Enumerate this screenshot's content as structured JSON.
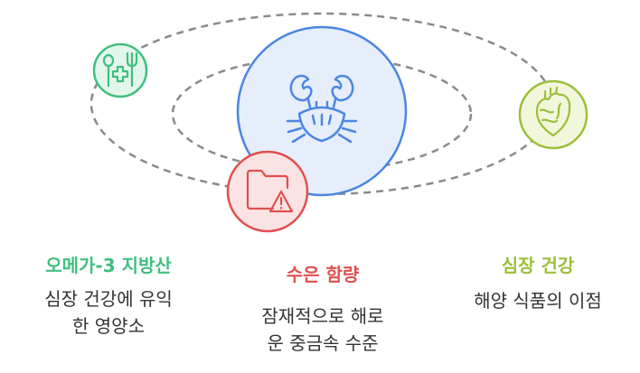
{
  "colors": {
    "green": "#3fbf7f",
    "green_fill": "#e3f6ec",
    "red": "#e0504e",
    "red_fill": "#fbe3e3",
    "lime": "#9dbf3a",
    "lime_fill": "#f2f7dc",
    "blue": "#4c86e0",
    "blue_fill": "#e6eefb",
    "orbit": "#8a8a8a"
  },
  "center": {
    "icon": "crab-icon"
  },
  "items": [
    {
      "id": "omega3",
      "icon": "utensils-health-icon",
      "title": "오메가-3 지방산",
      "desc_lines": [
        "심장 건강에 유익",
        "한 영양소"
      ]
    },
    {
      "id": "mercury",
      "icon": "folder-warning-icon",
      "title": "수은 함량",
      "desc_lines": [
        "잠재적으로 해로",
        "운 중금속 수준"
      ]
    },
    {
      "id": "heart",
      "icon": "heart-icon",
      "title": "심장 건강",
      "desc_lines": [
        "해양 식품의 이점"
      ]
    }
  ]
}
